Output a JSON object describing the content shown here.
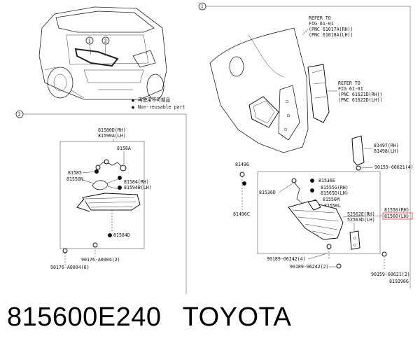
{
  "diagram": {
    "callout_1": "1",
    "callout_2": "2",
    "legend_symbol": "●",
    "legend_jp": "再使用不可部品",
    "legend_en": "Non-reusable part",
    "refer1": [
      "REFER TO",
      "FIG 61-01",
      "(PNC 61017A(RH))",
      "(PNC 61018A(LH))"
    ],
    "refer2": [
      "REFER TO",
      "FIG 61-01",
      "(PNC 61621D(RH))",
      "(PNC 61622D(LH))"
    ],
    "left_labels": {
      "l81580D": "81580D(RH)",
      "l81590A": "81590A(LH)",
      "l81585": "81585",
      "l81550N": "81550N",
      "l8158A": "8158A",
      "l81584RH": "81584(RH)",
      "l81594B": "81594B(LH)",
      "l81584D": "81584D",
      "l90176a": "90176-A0004(2)",
      "l90176b": "90176-A0004(6)"
    },
    "right_labels": {
      "l81496": "81496",
      "l81496C": "81496C",
      "l81536E": "81536E",
      "l81536D": "81536D",
      "l81555G": "81555G(RH)",
      "l81565D": "81565D(LH)",
      "l81550M": "81550M",
      "l81550L": "81550L",
      "l81497": "81497(RH)",
      "l81498": "81498(LH)",
      "l90159a": "90159-60621(4)",
      "l81550RH": "81550(RH)",
      "l81560LH": "81560(LH)",
      "l52562E": "52562E(RH)",
      "l52563D": "52563D(LH)",
      "l90189a": "90189-06242(4)",
      "l90189b": "90189-06242(2)",
      "l90159b": "90159-60621(2)",
      "fig_code": "819298G"
    }
  },
  "caption": {
    "part_number": "815600E240",
    "brand": "TOYOTA"
  }
}
